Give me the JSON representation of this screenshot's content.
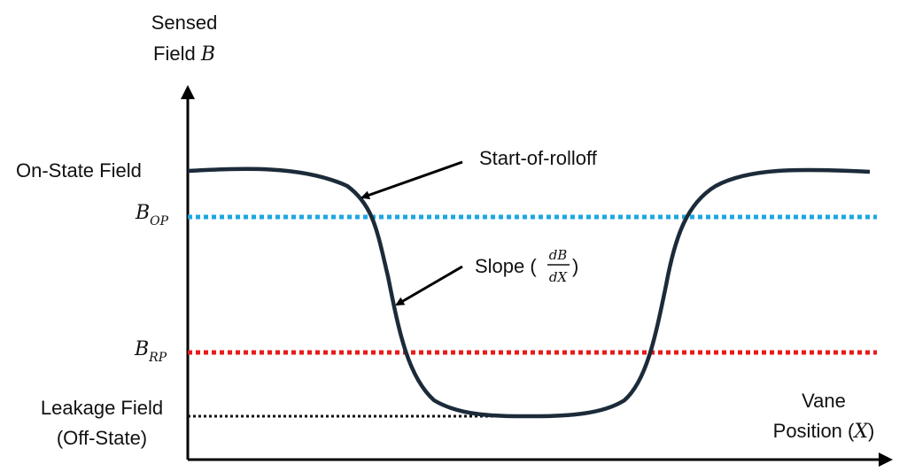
{
  "y_axis_label": {
    "line1": "Sensed",
    "line2_text": "Field ",
    "line2_symbol": "B"
  },
  "x_axis_label": {
    "line1": "Vane",
    "line2_text": "Position (",
    "line2_symbol": "X",
    "line2_close": ")"
  },
  "levels": {
    "on_state": {
      "label": "On-State Field"
    },
    "b_op": {
      "symbol": "B",
      "subscript": "OP",
      "color": "#1ea7e1"
    },
    "b_rp": {
      "symbol": "B",
      "subscript": "RP",
      "color": "#e81a1a"
    },
    "leakage": {
      "line1": "Leakage Field",
      "line2": "(Off-State)"
    }
  },
  "annotations": {
    "rolloff": {
      "text": "Start-of-rolloff"
    },
    "slope": {
      "text": "Slope (",
      "num": "dB",
      "den": "dX",
      "close": ")"
    }
  },
  "colors": {
    "curve": "#1c2b3a",
    "axis": "#000000",
    "leakage_line": "#111111"
  }
}
